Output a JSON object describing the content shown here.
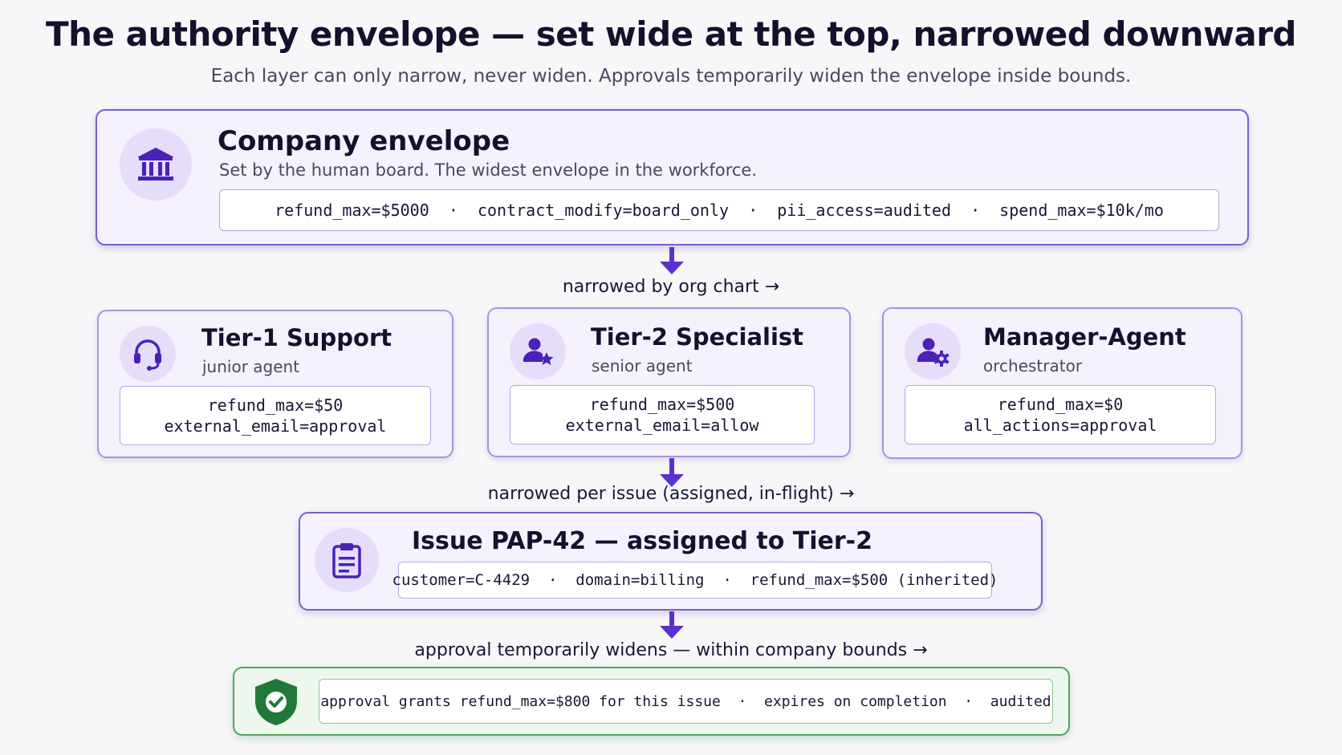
{
  "title": "The authority envelope — set wide at the top, narrowed downward",
  "subtitle": "Each layer can only narrow, never widen. Approvals temporarily widen the envelope inside bounds.",
  "company": {
    "title": "Company envelope",
    "description": "Set by the human board. The widest envelope in the workforce.",
    "policy": "refund_max=$5000  ·  contract_modify=board_only  ·  pii_access=audited  ·  spend_max=$10k/mo",
    "icon": "bank-icon"
  },
  "connectors": {
    "org_chart": "narrowed by org chart →",
    "per_issue": "narrowed per issue (assigned, in-flight) →",
    "approval": "approval temporarily widens — within company bounds →"
  },
  "agents": [
    {
      "title": "Tier-1 Support",
      "subtitle": "junior agent",
      "line1": "refund_max=$50",
      "line2": "external_email=approval",
      "icon": "headset-icon"
    },
    {
      "title": "Tier-2 Specialist",
      "subtitle": "senior agent",
      "line1": "refund_max=$500",
      "line2": "external_email=allow",
      "icon": "user-star-icon"
    },
    {
      "title": "Manager-Agent",
      "subtitle": "orchestrator",
      "line1": "refund_max=$0",
      "line2": "all_actions=approval",
      "icon": "user-gear-icon"
    }
  ],
  "issue": {
    "title": "Issue PAP-42 — assigned to Tier-2",
    "policy": "customer=C-4429  ·  domain=billing  ·  refund_max=$500 (inherited)",
    "icon": "clipboard-icon"
  },
  "approval": {
    "policy": "approval grants refund_max=$800 for this issue  ·  expires on completion  ·  audited",
    "icon": "shield-check-icon"
  },
  "colors": {
    "accent": "#5b2fd1",
    "card_border": "#7a5ed3",
    "card_bg": "#f5f1fd",
    "icon_bg": "#e6ddfa",
    "approval_green": "#1f7a3a",
    "approval_border": "#4ea75c"
  }
}
